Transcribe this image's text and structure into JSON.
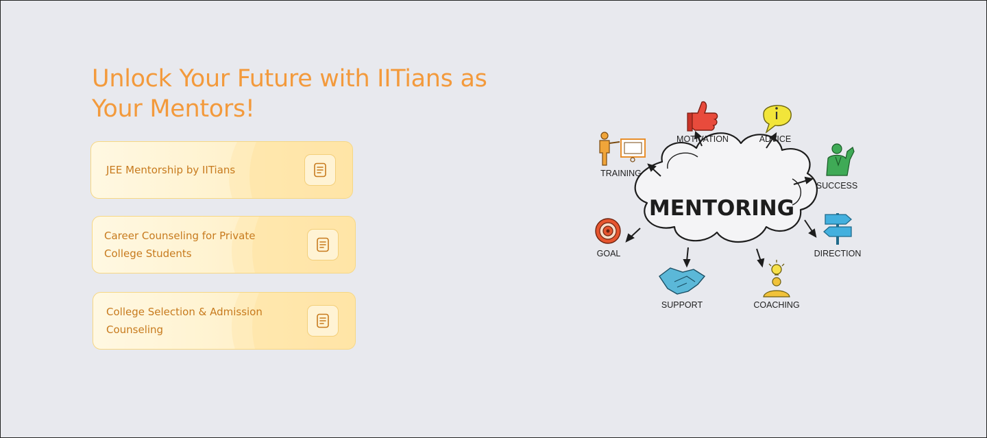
{
  "headline": "Unlock Your Future with IITians as Your Mentors!",
  "cards": [
    {
      "label": "JEE Mentorship by IITians",
      "icon": "document-icon"
    },
    {
      "label": "Career Counseling for Private College Students",
      "icon": "document-icon"
    },
    {
      "label": "College Selection & Admission Counseling",
      "icon": "document-icon"
    }
  ],
  "illustration": {
    "center": "MENTORING",
    "labels": {
      "motivation": "MOTIVATION",
      "advice": "ADVICE",
      "training": "TRAINING",
      "success": "SUCCESS",
      "goal": "GOAL",
      "direction": "DIRECTION",
      "support": "SUPPORT",
      "coaching": "COACHING"
    }
  },
  "colors": {
    "accent": "#f39a3c",
    "card_text": "#c77a1d",
    "card_border": "#f6d784",
    "background": "#e8e9ee"
  }
}
